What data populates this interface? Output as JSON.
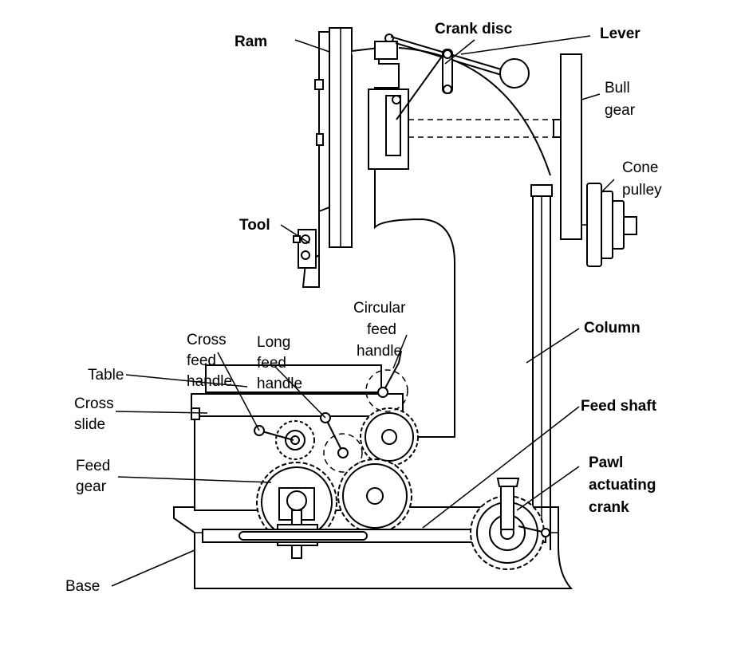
{
  "labels": {
    "ram": "Ram",
    "crank_disc": "Crank disc",
    "lever": "Lever",
    "bull_gear": [
      "Bull",
      "gear"
    ],
    "cone_pulley": [
      "Cone",
      "pulley"
    ],
    "tool": "Tool",
    "circular_feed_handle": [
      "Circular",
      "feed",
      "handle"
    ],
    "cross_feed_handle": [
      "Cross",
      "feed",
      "handle"
    ],
    "long_feed_handle": [
      "Long",
      "feed",
      "handle"
    ],
    "column": "Column",
    "table": "Table",
    "cross_slide": [
      "Cross",
      "slide"
    ],
    "feed_shaft": "Feed shaft",
    "feed_gear": [
      "Feed",
      "gear"
    ],
    "pawl_actuating_crank": [
      "Pawl",
      "actuating",
      "crank"
    ],
    "base": "Base"
  }
}
